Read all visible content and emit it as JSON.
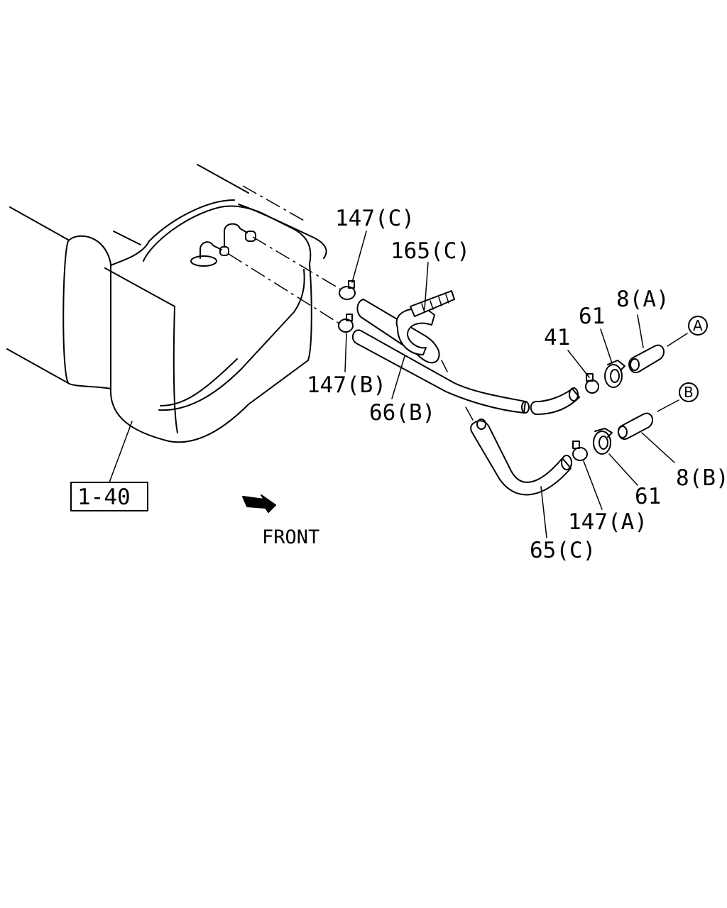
{
  "labels": {
    "clip_147c": "147(C)",
    "clip_147b": "147(B)",
    "clip_147a": "147(A)",
    "tie_165c": "165(C)",
    "hose_66b": "66(B)",
    "hose_65c": "65(C)",
    "part_41": "41",
    "clamp_61_upper": "61",
    "clamp_61_lower": "61",
    "hose_8a": "8(A)",
    "hose_8b": "8(B)",
    "ref_1_40": "1-40",
    "front": "FRONT",
    "marker_a": "A",
    "marker_b": "B"
  }
}
